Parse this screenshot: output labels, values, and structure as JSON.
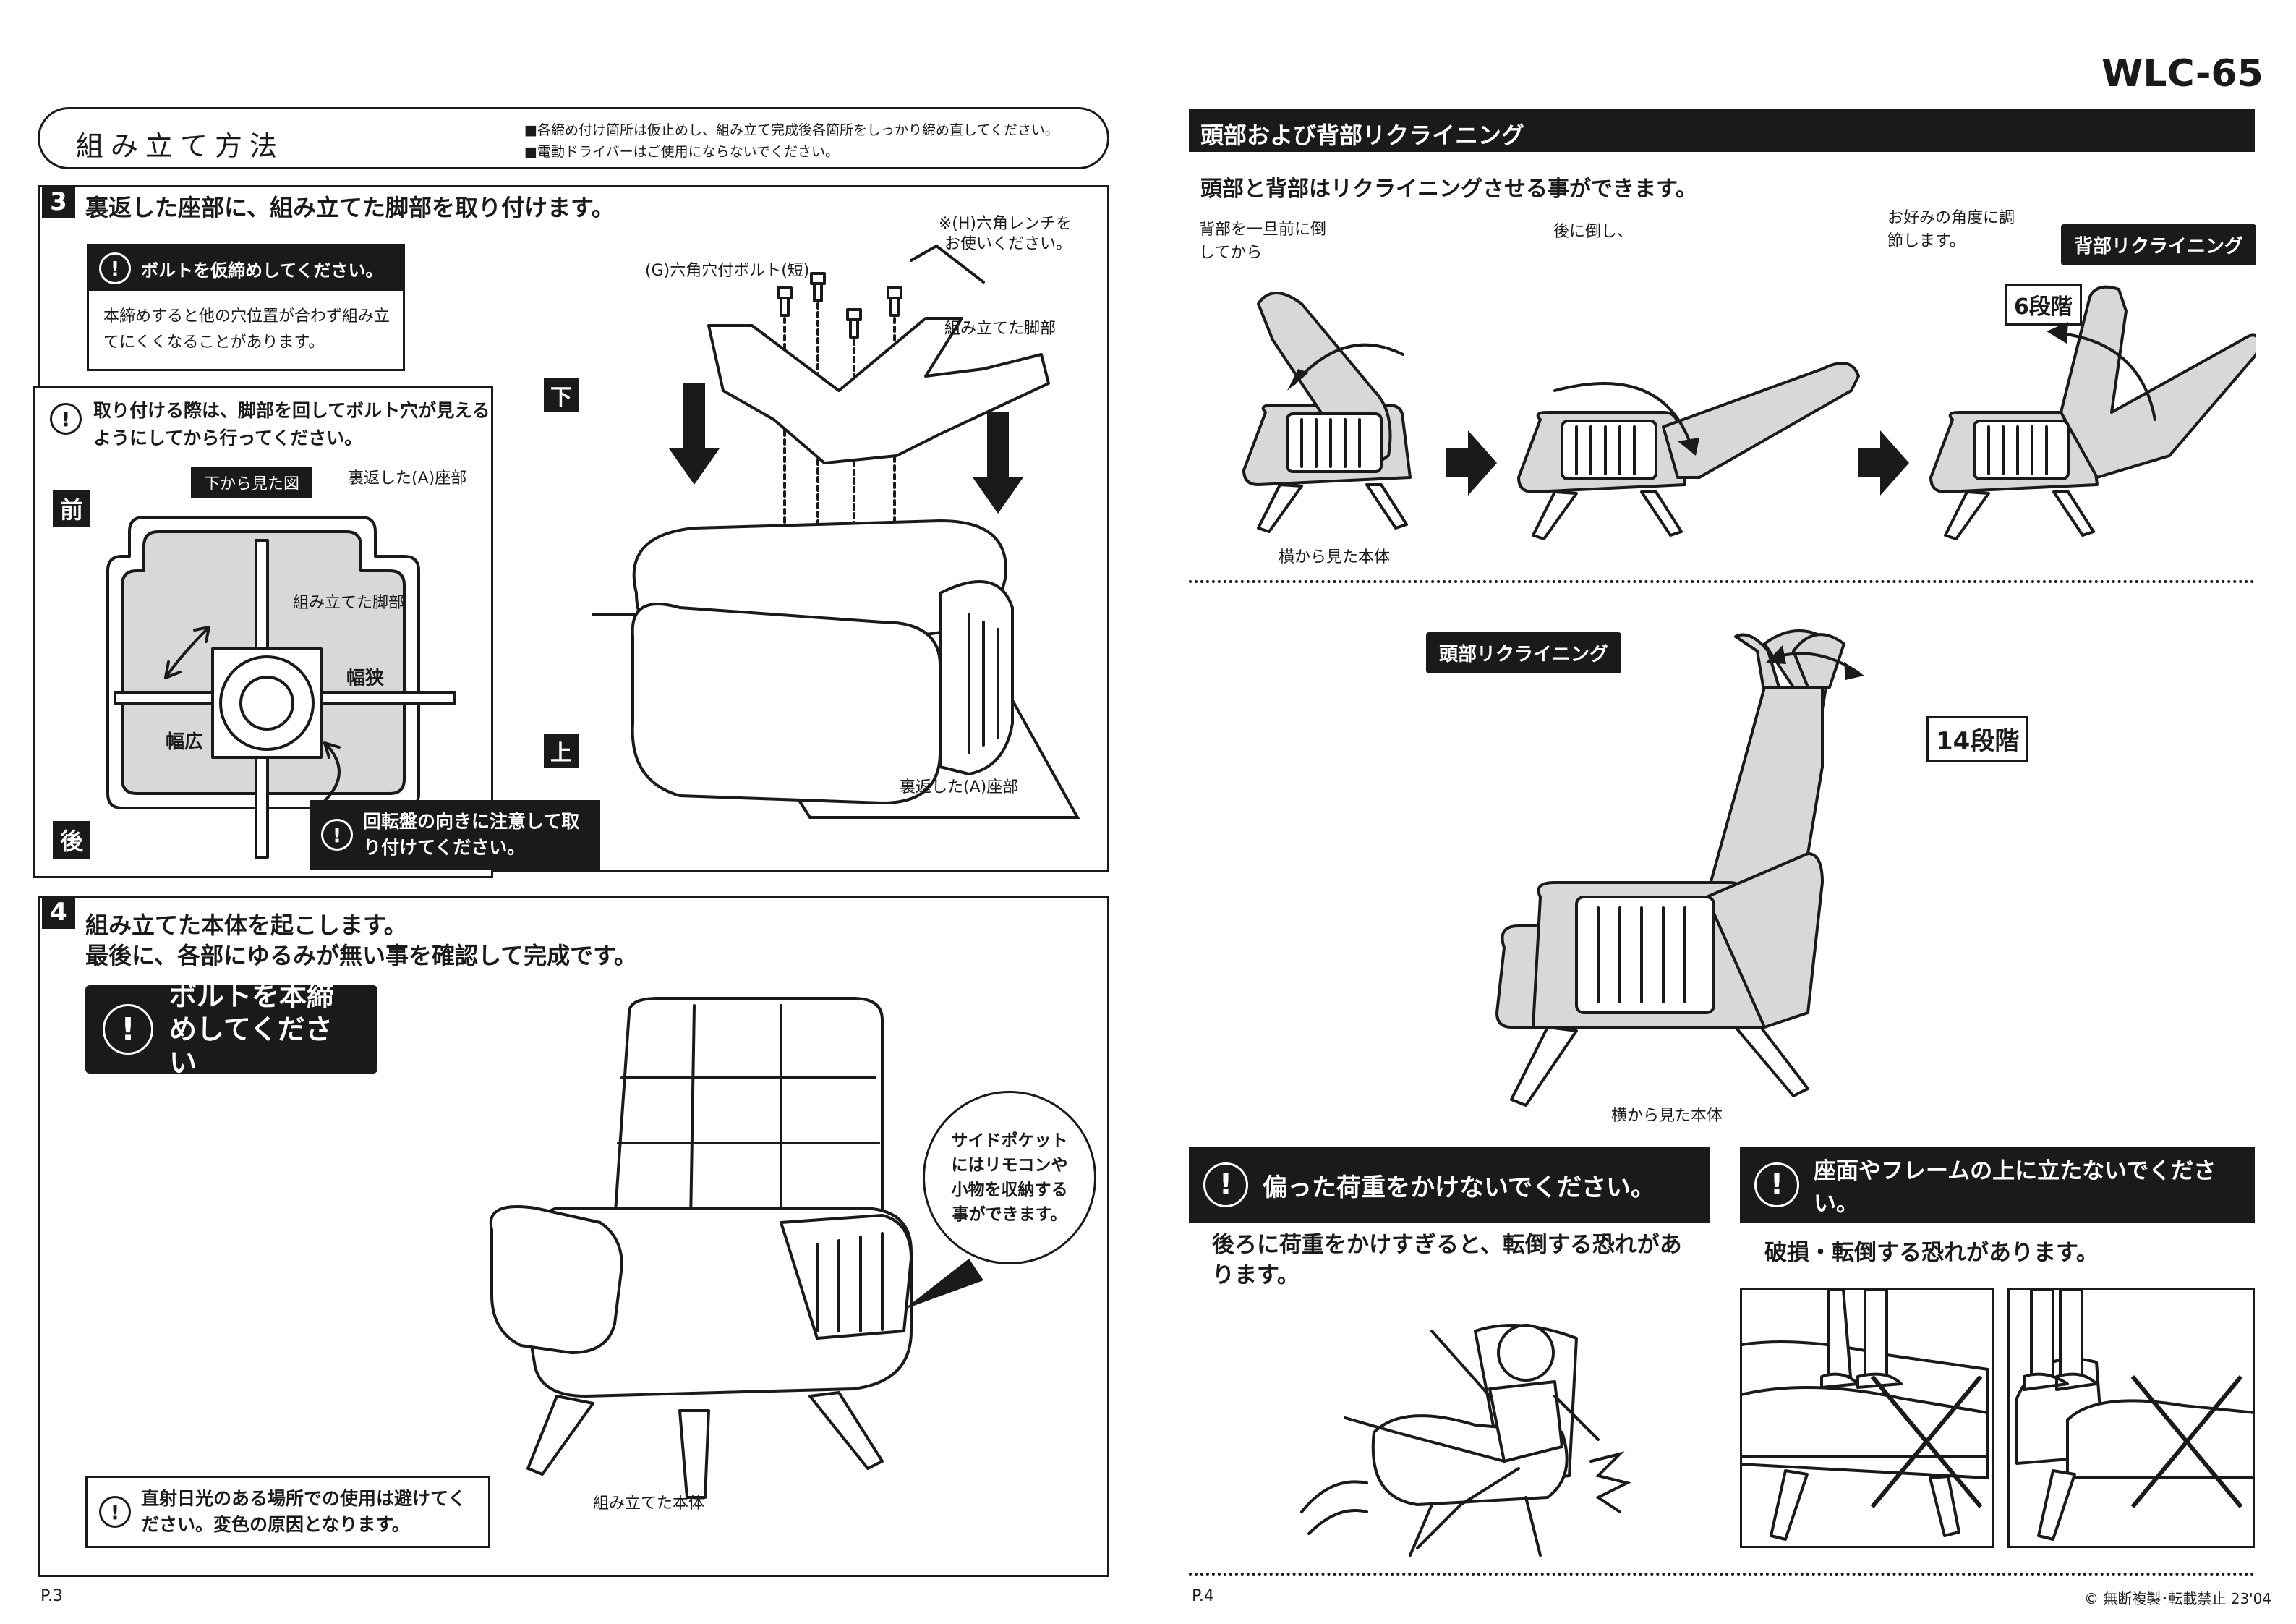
{
  "model": "WLC-65",
  "left": {
    "header_title": "組み立て方法",
    "header_notes": [
      "■各締め付け箇所は仮止めし、組み立て完成後各箇所をしっかり締め直してください。",
      "■電動ドライバーはご使用にならないでください。"
    ],
    "step3": {
      "number": "3",
      "title": "裏返した座部に、組み立てた脚部を取り付けます。",
      "warn_title": "ボルトを仮締めしてください。",
      "warn_body": "本締めすると他の穴位置が合わず組み立てにくくなることがあります。",
      "inset_title": "取り付ける際は、脚部を回してボルト穴が見えるようにしてから行ってください。",
      "label_front": "前",
      "label_back": "後",
      "label_bottom_view": "下から見た図",
      "label_seat_flipped": "裏返した(A)座部",
      "label_leg": "組み立てた脚部",
      "label_narrow": "幅狭",
      "label_wide": "幅広",
      "rotate_warn": "回転盤の向きに注意して取り付けてください。",
      "label_down": "下",
      "label_up": "上",
      "label_bolt": "(G)六角穴付ボルト(短)",
      "label_wrench": "※(H)六角レンチをお使いください。",
      "label_leg2": "組み立てた脚部",
      "label_seat2": "裏返した(A)座部"
    },
    "step4": {
      "number": "4",
      "title_line1": "組み立てた本体を起こします。",
      "title_line2": "最後に、各部にゆるみが無い事を確認して完成です。",
      "warn_big": "ボルトを本締めしてください",
      "pocket_note": "サイドポケットにはリモコンや小物を収納する事ができます。",
      "label_body": "組み立てた本体",
      "sun_warn": "直射日光のある場所での使用は避けてください。変色の原因となります。"
    },
    "page_no": "P.3"
  },
  "right": {
    "recline_header": "頭部および背部リクライニング",
    "recline_sub": "頭部と背部はリクライニングさせる事ができます。",
    "step_a": "背部を一旦前に倒してから",
    "step_b": "後に倒し、",
    "step_c": "お好みの角度に調節します。",
    "back_badge": "背部リクライニング",
    "back_steps": "6段階",
    "side_view": "横から見た本体",
    "head_badge": "頭部リクライニング",
    "head_steps": "14段階",
    "side_view2": "横から見た本体",
    "warn1_title": "偏った荷重をかけないでください。",
    "warn1_body": "後ろに荷重をかけすぎると、転倒する恐れがあります。",
    "warn2_title": "座面やフレームの上に立たないでください。",
    "warn2_body": "破損・転倒する恐れがあります。",
    "page_no": "P.4",
    "copyright": "© 無断複製･転載禁止 23'04"
  }
}
